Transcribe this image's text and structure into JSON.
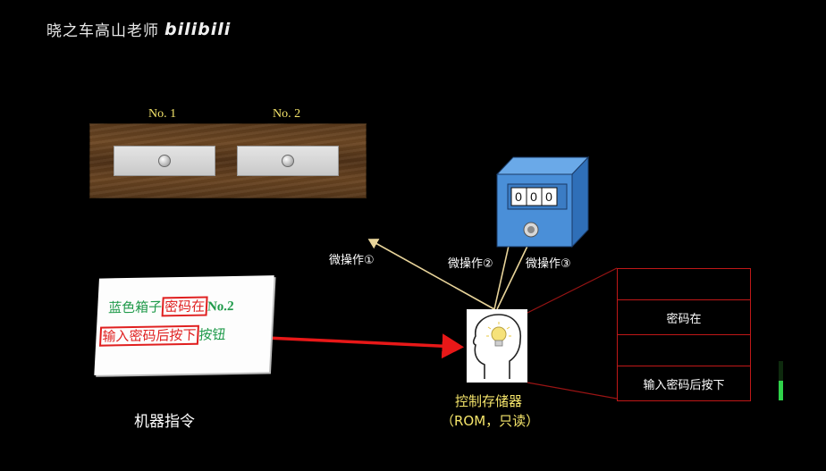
{
  "watermark": {
    "text": "晓之车高山老师",
    "logo": "bilibili"
  },
  "drawers": {
    "labels": [
      "No. 1",
      "No. 2"
    ]
  },
  "card": {
    "line1": {
      "part1": "蓝色箱子",
      "boxed": "密码在",
      "part2": "No.2"
    },
    "line2": {
      "boxed": "输入密码后按下",
      "part": "按钮"
    }
  },
  "caption_machine": "机器指令",
  "micro_ops": [
    "微操作①",
    "微操作②",
    "微操作③"
  ],
  "safe": {
    "digits": [
      "0",
      "0",
      "0"
    ]
  },
  "control_store": {
    "title": "控制存储器",
    "subtitle": "（ROM，只读）"
  },
  "rom_rows": [
    "",
    "密码在",
    "",
    "输入密码后按下"
  ],
  "colors": {
    "yellow": "#f4e46a",
    "red": "#e02020",
    "green": "#1f9a4a",
    "safe_blue": "#4a8fd8"
  }
}
